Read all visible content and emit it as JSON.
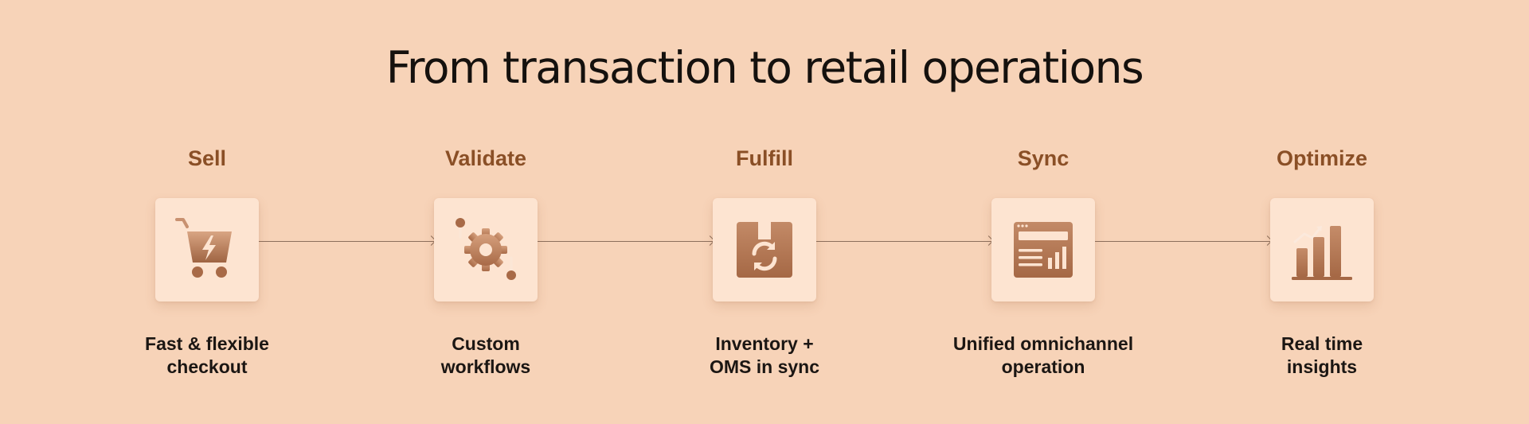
{
  "title": "From transaction to retail operations",
  "steps": [
    {
      "label": "Sell",
      "icon": "shopping-cart-lightning-icon",
      "caption_line1": "Fast & flexible",
      "caption_line2": "checkout"
    },
    {
      "label": "Validate",
      "icon": "gear-workflow-icon",
      "caption_line1": "Custom",
      "caption_line2": "workflows"
    },
    {
      "label": "Fulfill",
      "icon": "box-sync-icon",
      "caption_line1": "Inventory +",
      "caption_line2": "OMS in sync"
    },
    {
      "label": "Sync",
      "icon": "dashboard-window-icon",
      "caption_line1": "Unified omnichannel",
      "caption_line2": "operation"
    },
    {
      "label": "Optimize",
      "icon": "bar-chart-trend-icon",
      "caption_line1": "Real time",
      "caption_line2": "insights"
    }
  ],
  "colors": {
    "background": "#f7d3b8",
    "tile": "#fde4d1",
    "label": "#8a4f26",
    "icon_light": "#c89170",
    "icon_dark": "#9c6140"
  }
}
